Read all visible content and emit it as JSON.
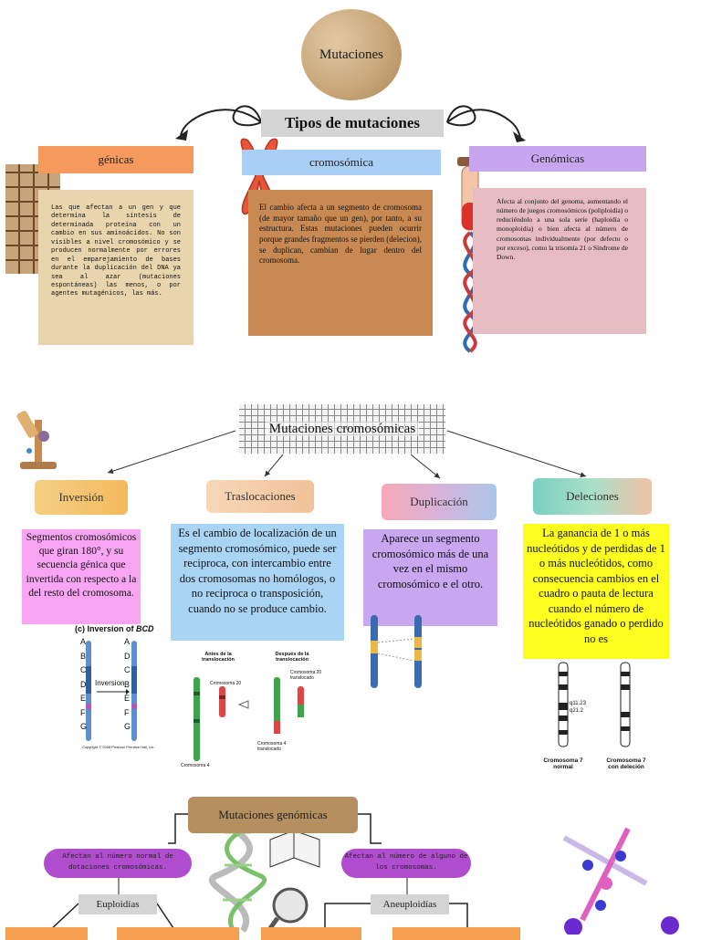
{
  "top": {
    "title": "Mutaciones",
    "types_title": "Tipos de mutaciones",
    "categories": [
      {
        "label": "génicas",
        "text": "Las que afectan a un gen y que determina la síntesis de determinada proteína con un cambio en sus aminoácidos. No son visibles a nivel cromosómico y se producen normalmente por errores en el emparejamiento de bases durante la duplicación del DNA ya sea al azar (mutaciones espontáneas) las menos, o por agentes mutagénicos, las más."
      },
      {
        "label": "cromosómica",
        "text": "El cambio afecta a un segmento de cromosoma (de mayor tamaño que un gen), por tanto, a su estructura. Estas mutaciones pueden ocurrir porque grandes fragmentos se pierden (delecion), se duplican, cambian de lugar dentro del cromosoma."
      },
      {
        "label": "Genómicas",
        "text": "Afecta al conjunto del genoma, aumentando el número de juegos cromosómicos (poliploidía) o reduciéndolo a una sola serie (haploidía o monoploidía) o bien afecta al número de cromosomas individualmente (por defecto o por exceso), como la trisomía 21 o Síndrome de Down."
      }
    ]
  },
  "chromosomal": {
    "title": "Mutaciones cromosómicas",
    "types": [
      {
        "label": "Inversión",
        "text": "Segmentos cromosómicos que giran 180°, y su secuencia génica que invertida con respecto a la del resto del cromosoma."
      },
      {
        "label": "Traslocaciones",
        "text": "Es el cambio de localización de un segmento cromosómico, puede ser reciproca, con intercambio entre dos cromosomas no homólogos, o no reciproca o transposición, cuando no se produce cambio."
      },
      {
        "label": "Duplicación",
        "text": "Aparece un segmento cromosómico más de una vez en el mismo cromosómico e el otro."
      },
      {
        "label": "Deleciones",
        "text": "La ganancia de 1 o más nucleótidos y de perdidas de 1 o más nucleótidos, como consecuencia cambios en el cuadro o pauta de lectura cuando el número de nucleótidos ganado o perdido no es"
      }
    ],
    "inversion_figure": {
      "caption_prefix": "(c) Inversion of ",
      "caption_italic": "BCD",
      "arrow_label": "Inversion",
      "left_letters": [
        "A",
        "B",
        "C",
        "D",
        "E",
        "F",
        "G"
      ],
      "right_letters": [
        "A",
        "D",
        "C",
        "B",
        "E",
        "F",
        "G"
      ],
      "copyright": "Copyright © 2008 Pearson Prentice Hall, Inc."
    },
    "translocation_figure": {
      "before": "Antes de la translocación",
      "after": "Después de la translocación",
      "chr20": "Cromosoma 20",
      "chr20_trans": "Cromosoma 20 translocado",
      "chr4_trans": "Cromosoma 4 translocado",
      "chr4": "Cromosoma 4"
    },
    "deletion_figure": {
      "band1": "q11.23",
      "band2": "q21.2",
      "normal": "Cromosoma 7 normal",
      "deleted": "Cromosoma 7 con deleción"
    }
  },
  "genomic": {
    "title": "Mutaciones genómicas",
    "left_pill": "Afectan al número normal de dotaciones cromosómicas.",
    "right_pill": "Afectan al número de alguno de los cromosomas.",
    "euploidias": "Euploidías",
    "aneuploidias": "Aneuploidías"
  },
  "colors": {
    "genicas": "#f59a5c",
    "cromosomica": "#a9cff6",
    "genomicas": "#c8a6ef",
    "inversion_desc": "#f7a5f2",
    "traslocaciones_desc": "#a9d4f4",
    "duplicacion_desc": "#c8a6f0",
    "deleciones_desc": "#fdfd1f",
    "pill": "#b04cce"
  }
}
